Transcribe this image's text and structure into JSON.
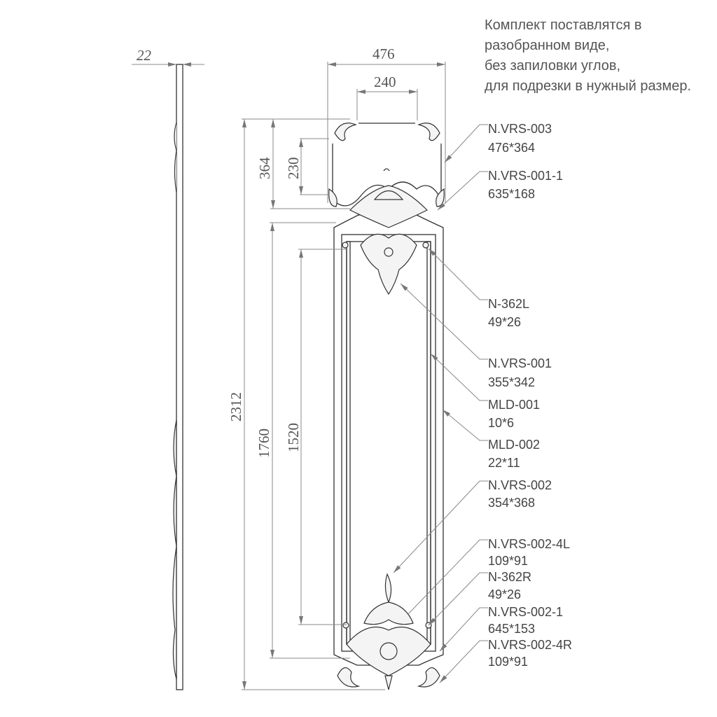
{
  "note": [
    "Комплект поставлятся в",
    "разобранном виде,",
    "без запиловки углов,",
    "для подрезки в нужный размер."
  ],
  "dimensions": {
    "thickness": "22",
    "top_width": "476",
    "top_inner_width": "240",
    "top_height": "364",
    "top_inner_height": "230",
    "total_height": "2312",
    "panel_height": "1760",
    "inner_height": "1520"
  },
  "labels": [
    {
      "code": "N.VRS-003",
      "size": "476*364"
    },
    {
      "code": "N.VRS-001-1",
      "size": "635*168"
    },
    {
      "code": "N-362L",
      "size": "49*26"
    },
    {
      "code": "N.VRS-001",
      "size": "355*342"
    },
    {
      "code": "MLD-001",
      "size": "10*6"
    },
    {
      "code": "MLD-002",
      "size": "22*11"
    },
    {
      "code": "N.VRS-002",
      "size": "354*368"
    },
    {
      "code": "N.VRS-002-4L",
      "size": "109*91"
    },
    {
      "code": "N-362R",
      "size": "49*26"
    },
    {
      "code": "N.VRS-002-1",
      "size": "645*153"
    },
    {
      "code": "N.VRS-002-4R",
      "size": "109*91"
    }
  ]
}
